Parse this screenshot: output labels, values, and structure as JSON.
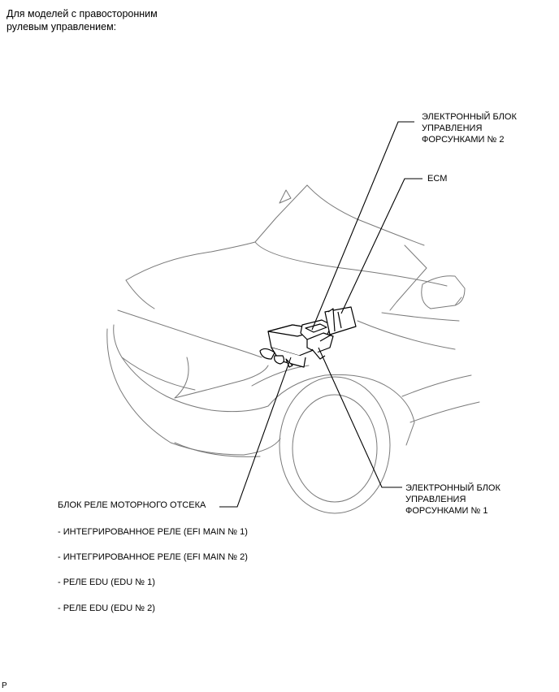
{
  "header": {
    "line1": "Для моделей с правосторонним",
    "line2": "рулевым управлением:"
  },
  "callouts": {
    "injector_ecu_2": [
      "ЭЛЕКТРОННЫЙ БЛОК",
      "УПРАВЛЕНИЯ",
      "ФОРСУНКАМИ № 2"
    ],
    "ecm": "ECM",
    "injector_ecu_1": [
      "ЭЛЕКТРОННЫЙ БЛОК",
      "УПРАВЛЕНИЯ",
      "ФОРСУНКАМИ № 1"
    ],
    "relay_block": "БЛОК РЕЛЕ МОТОРНОГО ОТСЕКА"
  },
  "relay_list": [
    "- ИНТЕГРИРОВАННОЕ РЕЛЕ (EFI MAIN № 1)",
    "- ИНТЕГРИРОВАННОЕ РЕЛЕ (EFI MAIN № 2)",
    "- РЕЛЕ EDU (EDU № 1)",
    "- РЕЛЕ EDU (EDU № 2)"
  ],
  "corner_mark": "P"
}
